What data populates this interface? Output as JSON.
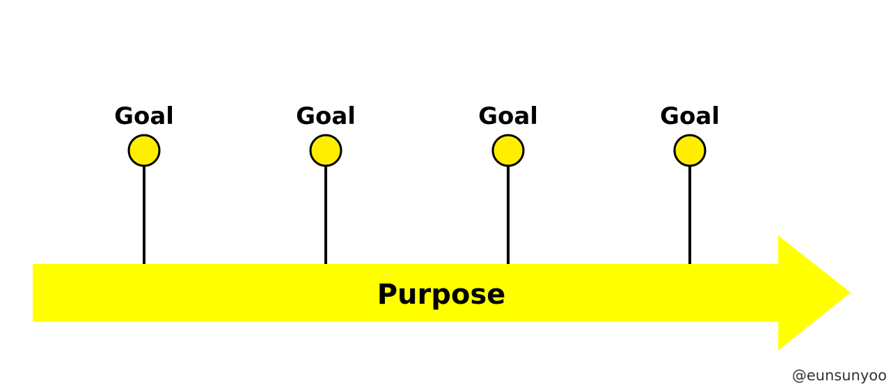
{
  "colors": {
    "arrow_fill": "#ffff00",
    "goal_marker_fill": "#ffee00",
    "stroke": "#000000"
  },
  "arrow": {
    "label": "Purpose"
  },
  "goals": [
    {
      "label": "Goal"
    },
    {
      "label": "Goal"
    },
    {
      "label": "Goal"
    },
    {
      "label": "Goal"
    }
  ],
  "credit": "@eunsunyoo"
}
